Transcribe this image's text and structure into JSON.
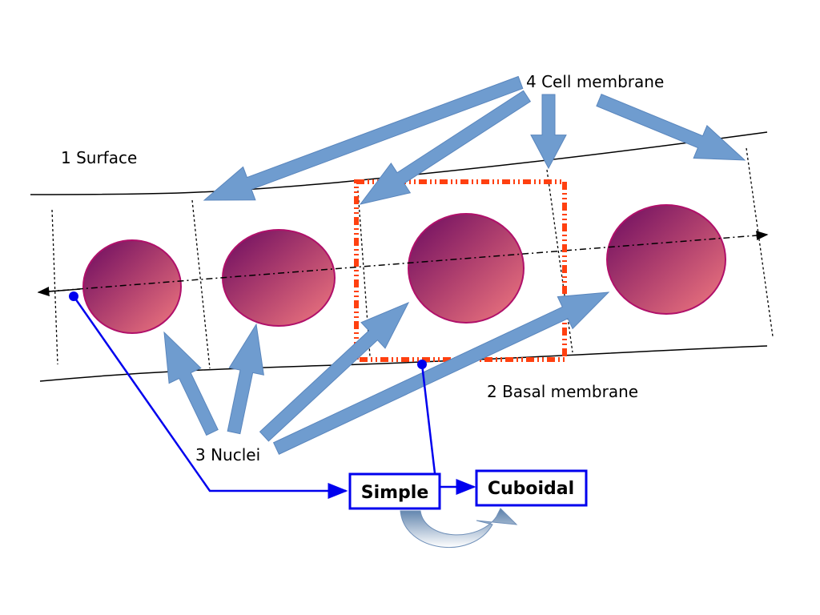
{
  "labels": {
    "surface": "1 Surface",
    "basal_membrane": "2 Basal membrane",
    "nuclei": "3 Nuclei",
    "cell_membrane": "4 Cell membrane"
  },
  "boxes": {
    "simple": "Simple",
    "cuboidal": "Cuboidal"
  },
  "colors": {
    "arrow_fill": "#6f9ccf",
    "highlight": "#ff4010",
    "connector": "#0000ee",
    "nucleus_dark": "#7a1660",
    "nucleus_light": "#ee7080"
  }
}
